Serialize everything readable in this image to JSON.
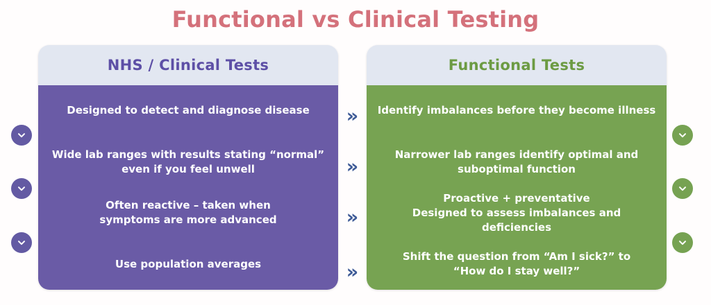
{
  "title": "Functional vs Clinical Testing",
  "colors": {
    "title": "#d4717b",
    "panel_header_bg": "#e2e7f1",
    "clinical_body": "#6a5ba6",
    "clinical_header_text": "#5d4fa6",
    "functional_body": "#77a352",
    "functional_header_text": "#6c9b43",
    "arrow": "#3d5a96",
    "page_bg": "#fffdfd"
  },
  "panels": {
    "clinical": {
      "header": "NHS / Clinical Tests",
      "rows": [
        "Designed to detect and diagnose disease",
        "Wide lab ranges with results stating “normal”\neven if you feel unwell",
        "Often reactive – taken when\nsymptoms are more advanced",
        "Use population averages"
      ]
    },
    "functional": {
      "header": "Functional Tests",
      "rows": [
        "Identify imbalances before they become illness",
        "Narrower lab ranges identify optimal and\nsuboptimal function",
        "Proactive + preventative\nDesigned to assess imbalances and deficiencies",
        "Shift the question from “Am I sick?” to\n“How do I stay well?”"
      ]
    }
  },
  "arrows": {
    "glyph": "»",
    "count": 4,
    "icon_name": "double-chevron-right-icon"
  },
  "side_toggles": {
    "icon_name": "chevron-down-icon",
    "left_count": 3,
    "right_count": 3
  }
}
